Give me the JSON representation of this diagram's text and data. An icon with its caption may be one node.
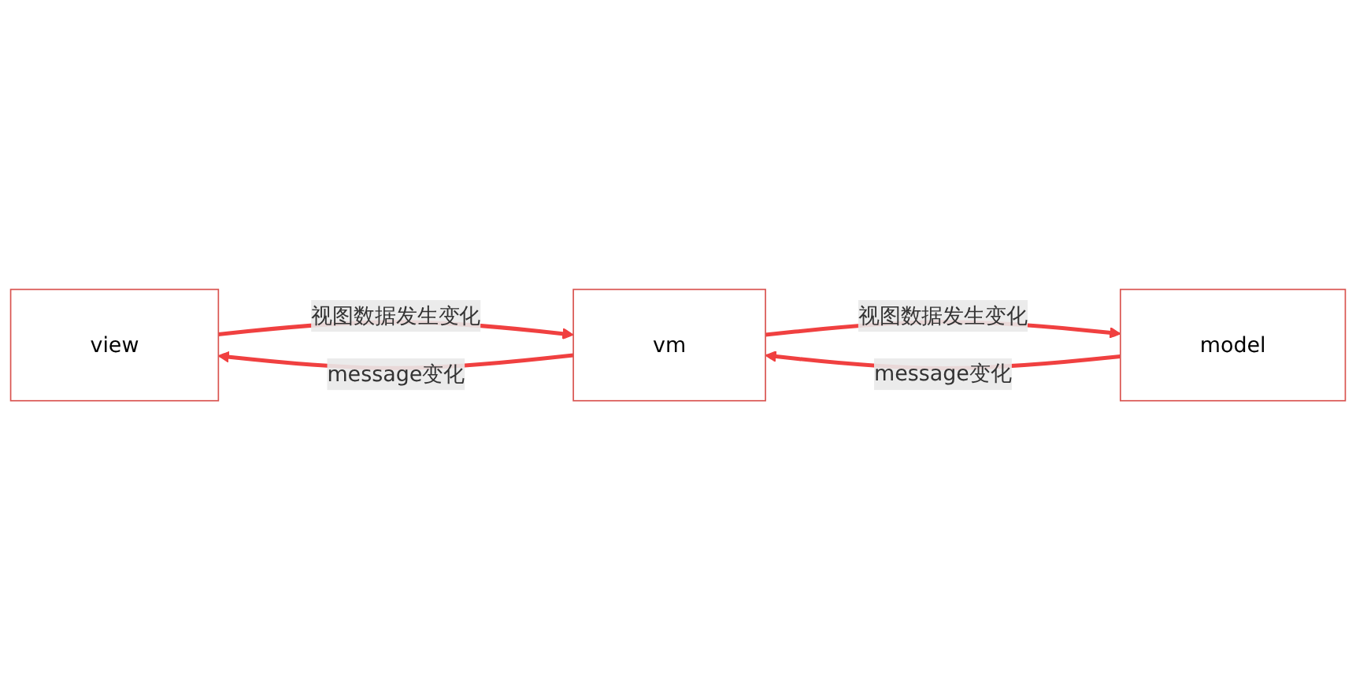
{
  "diagram": {
    "nodes": [
      {
        "text": [
          "view"
        ]
      },
      {
        "text": [
          "vm"
        ]
      },
      {
        "text": [
          "model"
        ]
      }
    ],
    "edges": [
      {
        "from": 1,
        "to": 0,
        "arrow": "to",
        "label": "message变化"
      },
      {
        "from": 0,
        "to": 1,
        "arrow": "to",
        "label": "视图数据发生变化"
      },
      {
        "from": 2,
        "to": 1,
        "arrow": "to",
        "label": "message变化"
      },
      {
        "from": 1,
        "to": 2,
        "arrow": "to",
        "label": "视图数据发生变化"
      }
    ]
  }
}
